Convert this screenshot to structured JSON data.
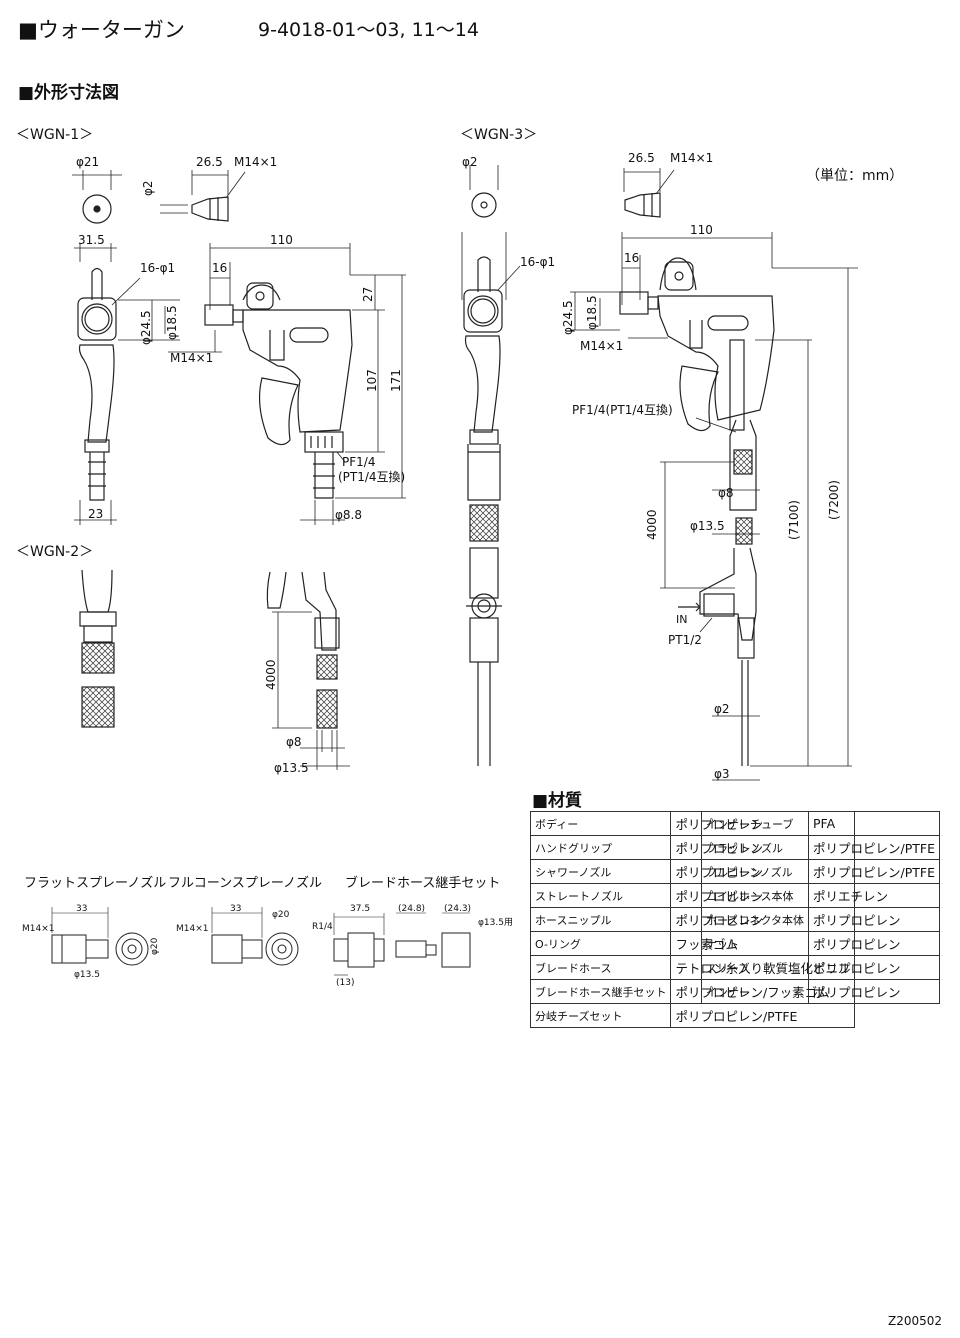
{
  "header": {
    "title": "■ウォーターガン",
    "model_numbers": "9-4018-01～03, 11～14"
  },
  "section_title": "■外形寸法図",
  "unit_note": "（単位：mm）",
  "variants": {
    "wgn1": "＜WGN-1＞",
    "wgn2": "＜WGN-2＞",
    "wgn3": "＜WGN-3＞"
  },
  "dimensions": {
    "d21": "φ21",
    "d2": "φ2",
    "d265": "26.5",
    "m14": "M14×1",
    "d315": "31.5",
    "d110": "110",
    "d16": "16",
    "hole": "16-φ1",
    "d27": "27",
    "d107": "107",
    "d171": "171",
    "d245": "φ24.5",
    "d185": "φ18.5",
    "pf14": "PF1/4",
    "pt14": "(PT1/4互換)",
    "pf14pt": "PF1/4(PT1/4互換)",
    "d88": "φ8.8",
    "d23": "23",
    "d4000": "4000",
    "d8": "φ8",
    "d135": "φ13.5",
    "d7100": "(7100)",
    "d7200": "(7200)",
    "in": "IN",
    "pt12": "PT1/2",
    "d3": "φ3"
  },
  "accessories": {
    "flat": "フラットスプレーノズル",
    "full": "フルコーンスプレーノズル",
    "braid": "ブレードホース継手セット",
    "m14": "M14×1",
    "d33": "33",
    "d20": "φ20",
    "d135": "φ13.5",
    "r14": "R1/4",
    "d375": "37.5",
    "d248": "(24.8)",
    "d243": "(24.3)",
    "d135h": "φ13.5用",
    "d13": "(13)",
    "d20v": "φ20"
  },
  "materials": {
    "title": "■材質",
    "left": [
      {
        "part": "ボディー",
        "material": "ポリプロピレン"
      },
      {
        "part": "ハンドグリップ",
        "material": "ポリプロピレン"
      },
      {
        "part": "シャワーノズル",
        "material": "ポリプロピレン"
      },
      {
        "part": "ストレートノズル",
        "material": "ポリプロピレン"
      },
      {
        "part": "ホースニップル",
        "material": "ポリプロピレン"
      },
      {
        "part": "O-リング",
        "material": "フッ素ゴム"
      },
      {
        "part": "ブレードホース",
        "material": "テトロン糸入り軟質塩化ビニル"
      },
      {
        "part": "ブレードホース継手セット",
        "material": "ポリプロピレン/フッ素ゴム"
      },
      {
        "part": "分岐チーズセット",
        "material": "ポリプロピレン/PTFE"
      }
    ],
    "right": [
      {
        "part": "インナーチューブ",
        "material": "PFA"
      },
      {
        "part": "フラットノズル",
        "material": "ポリプロピレン/PTFE"
      },
      {
        "part": "フルコーンノズル",
        "material": "ポリプロピレン/PTFE"
      },
      {
        "part": "コイルホース本体",
        "material": "ポリエチレン"
      },
      {
        "part": "ホースコネクタ本体",
        "material": "ポリプロピレン"
      },
      {
        "part": "ナット",
        "material": "ポリプロピレン"
      },
      {
        "part": "スリーブ",
        "material": "ポリプロピレン"
      },
      {
        "part": "インナー",
        "material": "ポリプロピレン"
      }
    ]
  },
  "footer_code": "Z200502"
}
